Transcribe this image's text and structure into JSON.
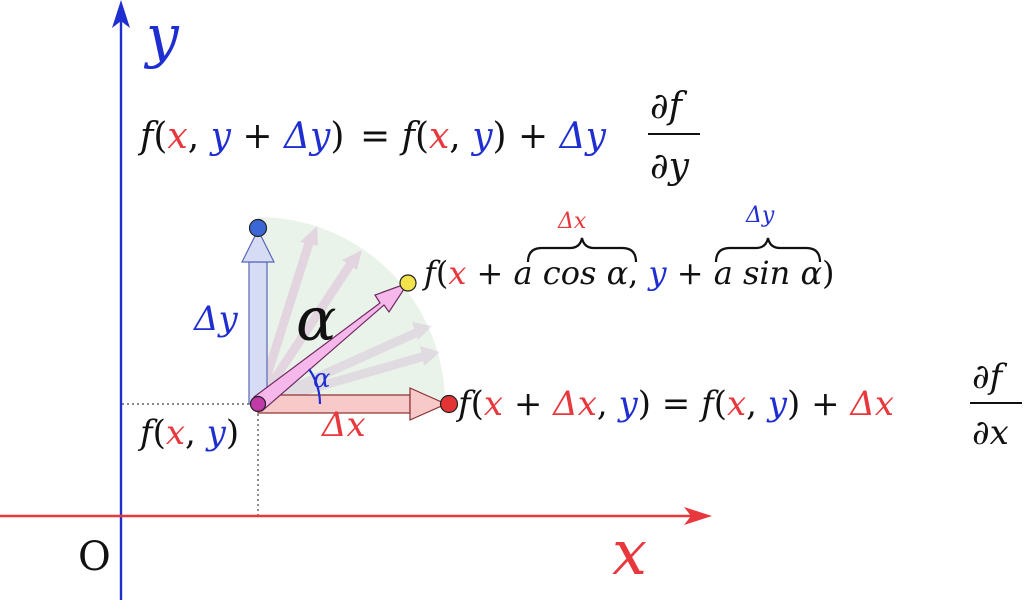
{
  "colors": {
    "x_red": "#e8383d",
    "y_blue": "#1f2ed0",
    "ink": "#111111",
    "sector_fill": "#e3efe3",
    "dy_arrow_fill": "#d7dcf5",
    "dx_arrow_fill": "#f7c9c9",
    "diag_arrow_fill": "#f6b8ea",
    "origin_point": "#c03aa8",
    "top_point": "#3a66d6",
    "right_point": "#e23434",
    "diag_point": "#f2e34a"
  },
  "axes": {
    "y_label": "y",
    "x_label": "x",
    "origin_label": "O"
  },
  "labels": {
    "f": "f",
    "lp": "(",
    "rp": ")",
    "comma": ", ",
    "plus": " + ",
    "equals": "= ",
    "equals_spaced": " = ",
    "x": "x",
    "y": "y",
    "delta_y": "Δy",
    "delta_x": "Δx",
    "partial_f": "∂f",
    "partial_y": "∂y",
    "partial_x": "∂x",
    "alpha_big": "α",
    "alpha_small": "α",
    "a_cos": "a cos α",
    "a_sin": "a sin α"
  }
}
